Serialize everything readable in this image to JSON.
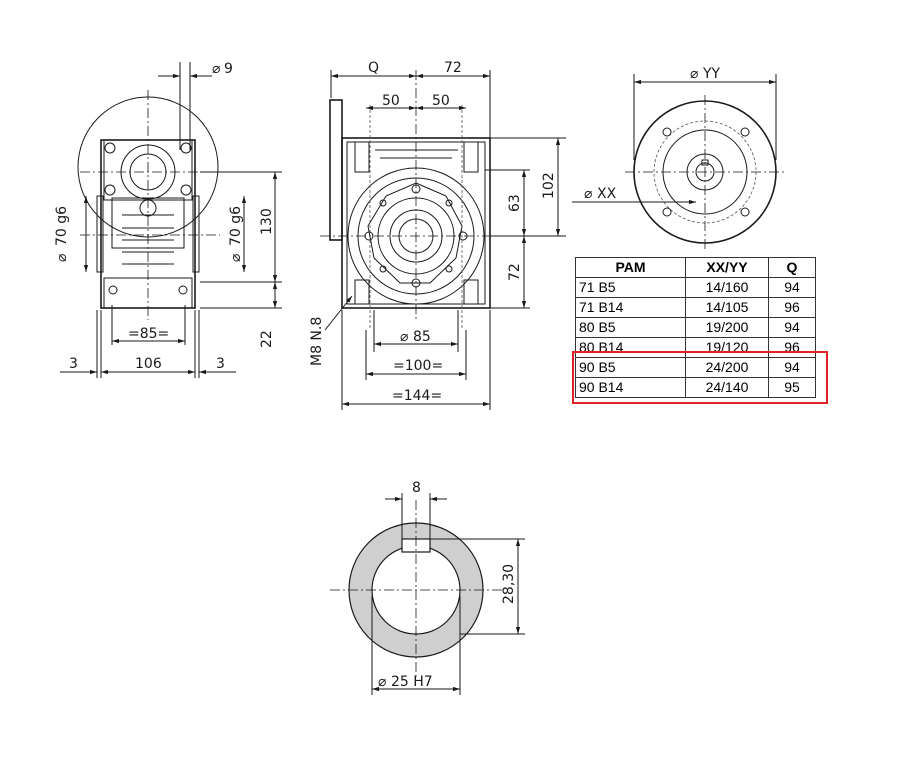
{
  "dims": {
    "d9": "9",
    "dq": "Q",
    "d72top": "72",
    "d50a": "50",
    "d50b": "50",
    "dyy": "YY",
    "dxx": "XX",
    "d102": "102",
    "d63": "63",
    "d72side": "72",
    "d130": "130",
    "d70a": "70 g6",
    "d70b": "70 g6",
    "d22": "22",
    "d85": "=85=",
    "d3a": "3",
    "d106": "106",
    "d3b": "3",
    "dm8": "M8 N.8",
    "dphi85": "85",
    "d100": "=100=",
    "d144": "=144=",
    "d8": "8",
    "d2830": "28,30",
    "d25": "25 H7"
  },
  "table": {
    "headers": [
      "PAM",
      "XX/YY",
      "Q"
    ],
    "rows": [
      {
        "pam": "71 B5",
        "xxyy": "14/160",
        "q": "94"
      },
      {
        "pam": "71 B14",
        "xxyy": "14/105",
        "q": "96"
      },
      {
        "pam": "80 B5",
        "xxyy": "19/200",
        "q": "94"
      },
      {
        "pam": "80 B14",
        "xxyy": "19/120",
        "q": "96"
      },
      {
        "pam": "90 B5",
        "xxyy": "24/200",
        "q": "94"
      },
      {
        "pam": "90 B14",
        "xxyy": "24/140",
        "q": "95"
      }
    ]
  },
  "colors": {
    "highlight": "#e0232a",
    "line": "#1a1a1a",
    "bore_fill": "#cfcfcf"
  }
}
